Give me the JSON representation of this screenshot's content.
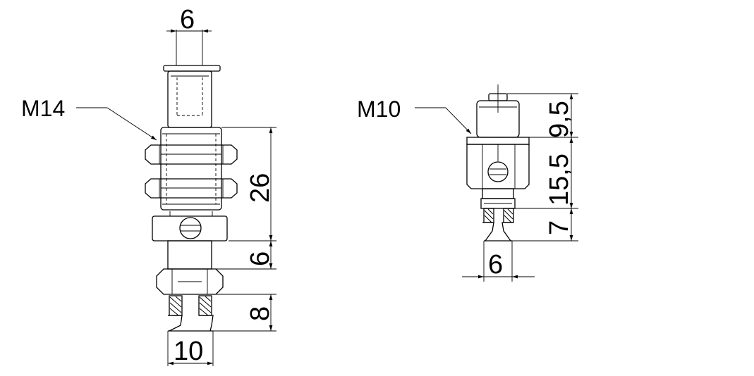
{
  "left_part": {
    "thread_label": "M14",
    "dim_top_width": "6",
    "dim_body_height": "26",
    "dim_middle_height": "6",
    "dim_cup_height": "8",
    "dim_bottom_width": "10"
  },
  "right_part": {
    "thread_label": "M10",
    "dim_top_height": "9,5",
    "dim_body_height": "15,5",
    "dim_cup_height": "7",
    "dim_bottom_width": "6"
  }
}
